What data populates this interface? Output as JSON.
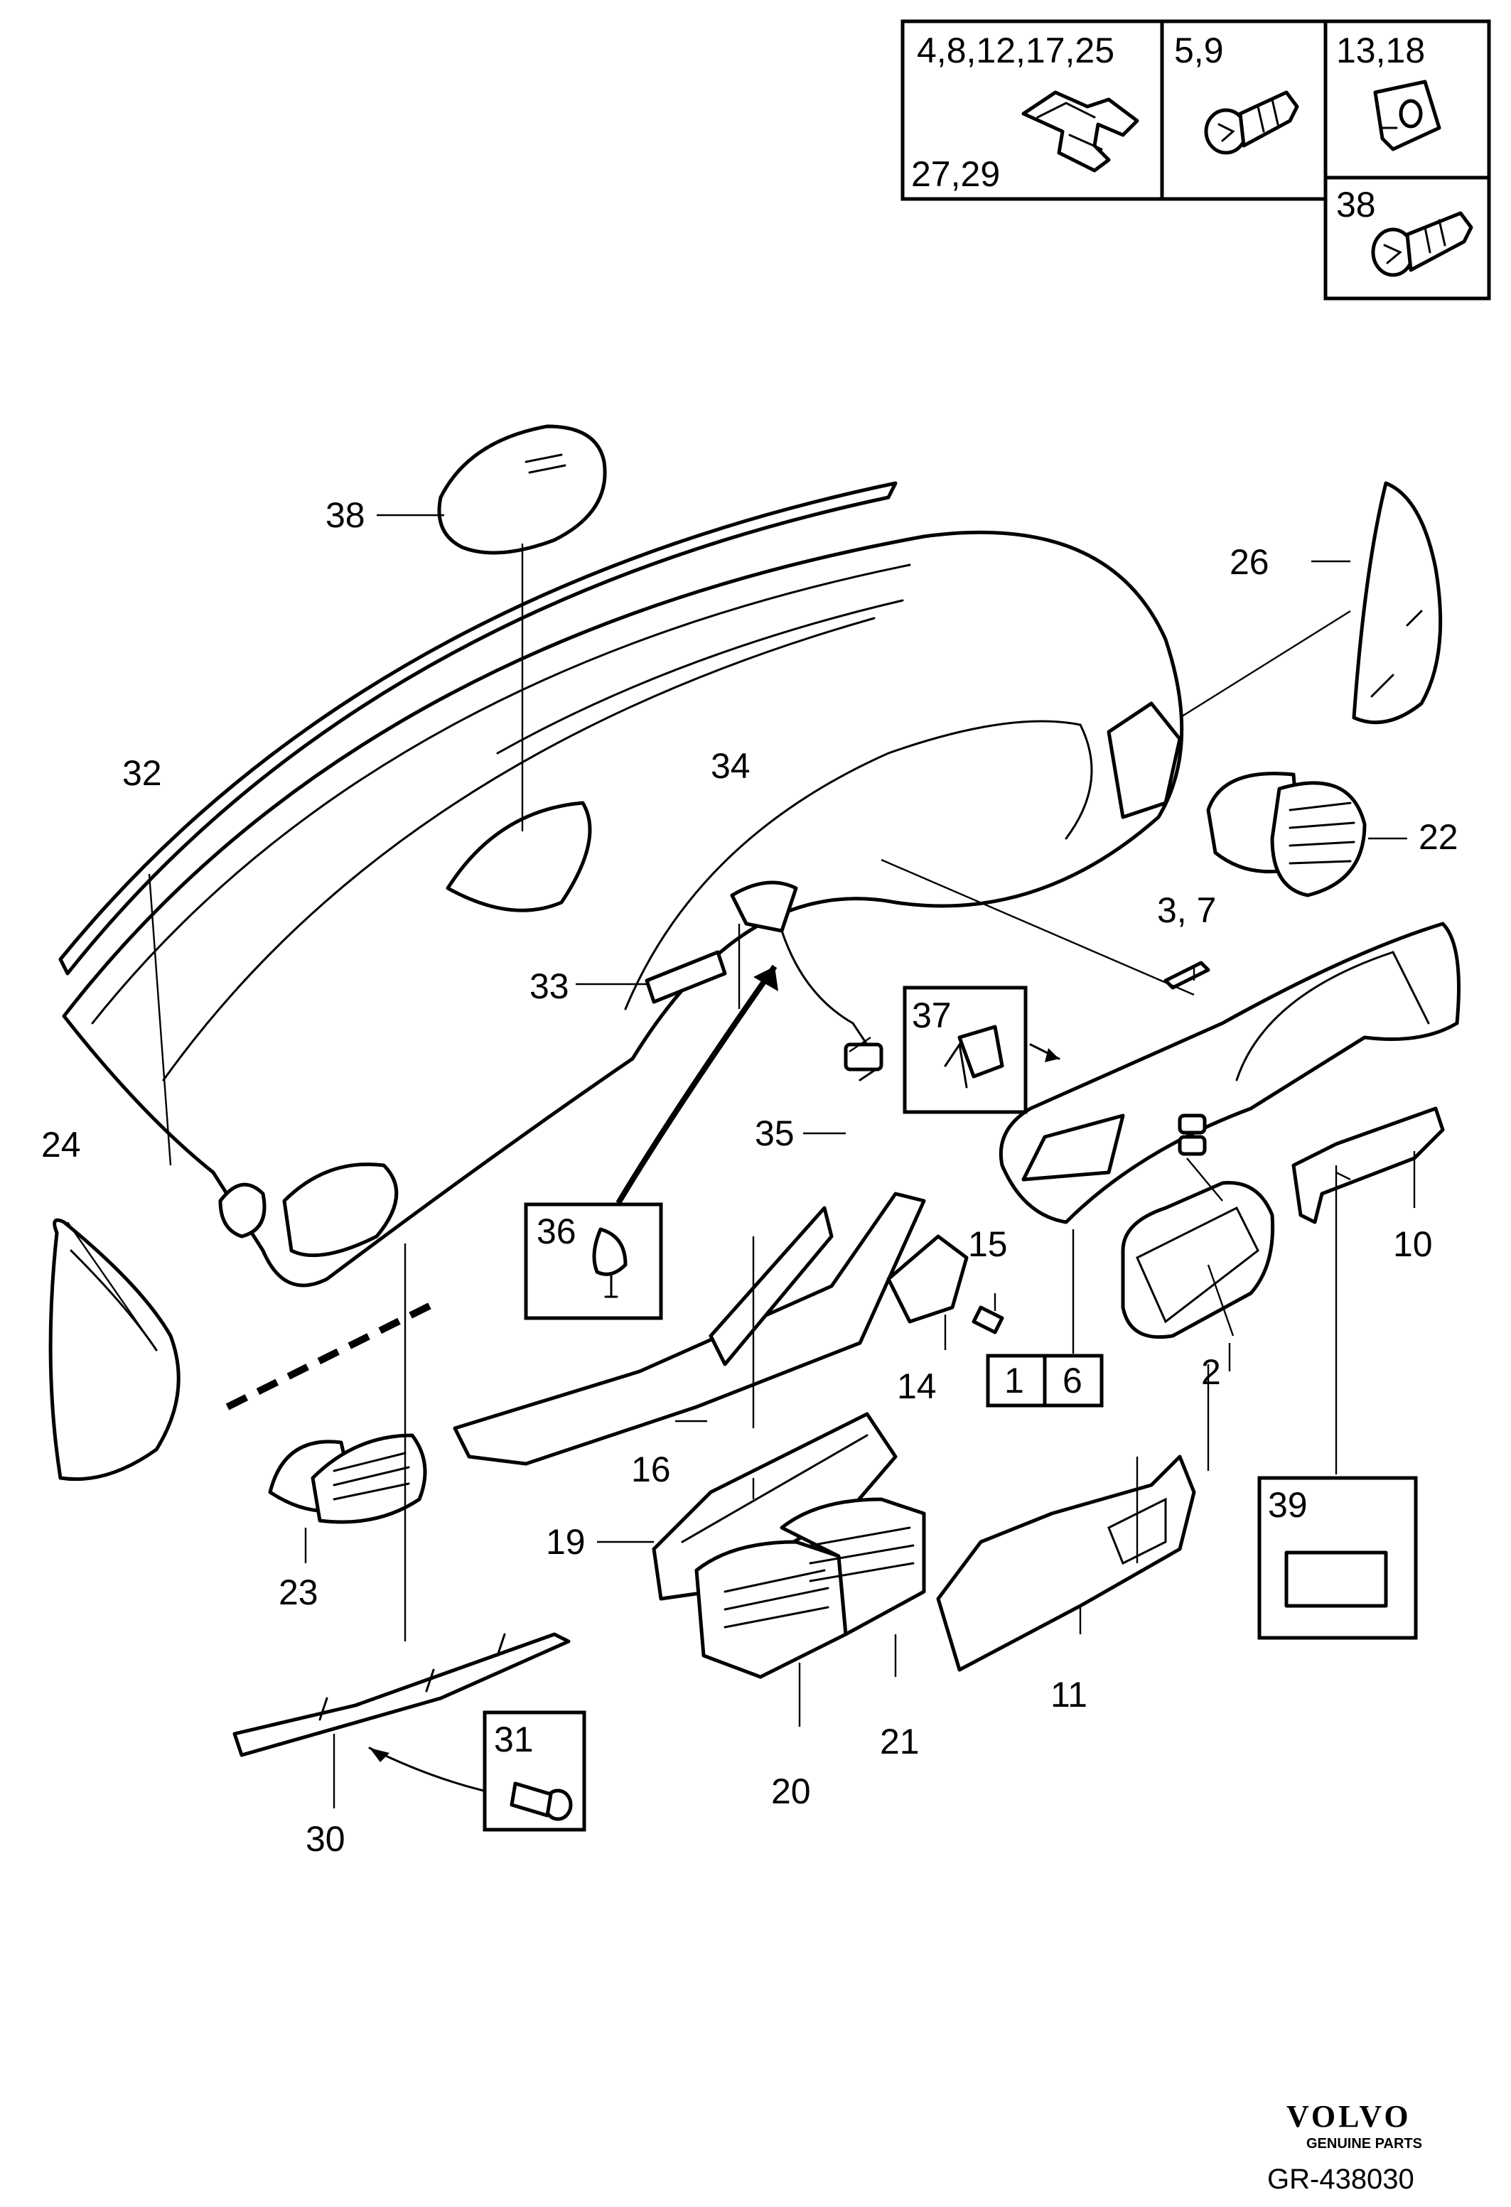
{
  "legend": {
    "clip_box_label": "4,8,12,17,25",
    "clip_box_label_2": "27,29",
    "screw_box_label": "5,9",
    "nut_box_label": "13,18",
    "screw38_box_label": "38"
  },
  "callouts": {
    "c38": "38",
    "c32": "32",
    "c34": "34",
    "c33": "33",
    "c35": "35",
    "c26": "26",
    "c22": "22",
    "c3_7": "3, 7",
    "c37": "37",
    "c24": "24",
    "c36": "36",
    "c15": "15",
    "c14": "14",
    "c1": "1",
    "c6": "6",
    "c2": "2",
    "c10": "10",
    "c16": "16",
    "c23": "23",
    "c19": "19",
    "c39": "39",
    "c11": "11",
    "c21": "21",
    "c20": "20",
    "c31": "31",
    "c30": "30"
  },
  "footer": {
    "brand": "VOLVO",
    "brand_sub": "GENUINE PARTS",
    "reference": "GR-438030"
  },
  "icons": [
    "clip-icon",
    "torx-screw-icon",
    "speed-nut-icon",
    "hose-clip-icon",
    "spring-clip-icon",
    "label-icon"
  ]
}
